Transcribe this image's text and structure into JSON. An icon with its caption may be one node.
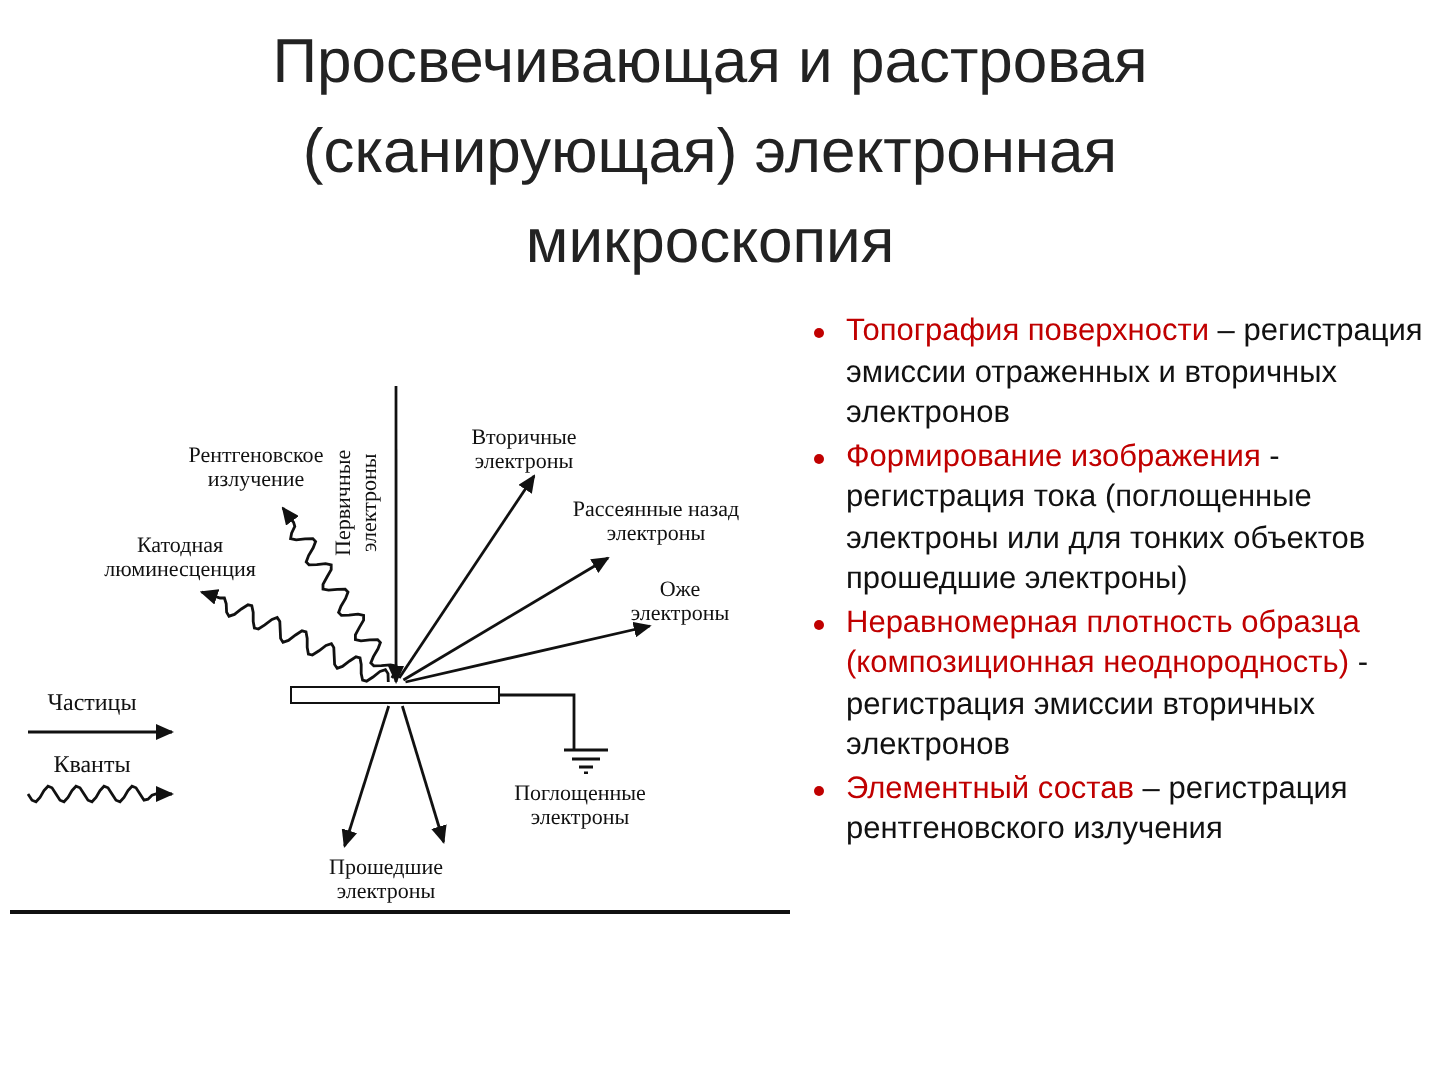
{
  "diagram": {
    "title": "Просвечивающая и растровая (сканирующая) электронная микроскопия",
    "nodes": [
      {
        "text": [],
        "shape": "bar"
      },
      {
        "text": [
          "Рентгеновское излучение"
        ]
      },
      {
        "text": [
          "Катодная люминесценция"
        ]
      },
      {
        "text": [
          "Вторичные электроны"
        ]
      },
      {
        "text": [
          "Рассеянные назад электроны"
        ]
      },
      {
        "text": [
          "Оже электроны"
        ]
      },
      {
        "text": [
          "Поглощенные электроны"
        ]
      },
      {
        "text": [
          "Прошедшие электроны"
        ]
      }
    ],
    "edges": [
      {
        "from": null,
        "to": 0,
        "arrow": "to",
        "label": "Первичные электроны"
      },
      {
        "from": 0,
        "to": 1,
        "arrow": "to"
      },
      {
        "from": 0,
        "to": 2,
        "arrow": "to"
      },
      {
        "from": 0,
        "to": 3,
        "arrow": "to"
      },
      {
        "from": 0,
        "to": 4,
        "arrow": "to"
      },
      {
        "from": 0,
        "to": 5,
        "arrow": "to"
      },
      {
        "from": 0,
        "to": 6,
        "arrow": "none"
      },
      {
        "from": 0,
        "to": 7,
        "arrow": "to"
      },
      {
        "from": 0,
        "to": 7,
        "arrow": "to"
      }
    ],
    "labels": [
      "Топография поверхности",
      "– регистрация эмиссии отраженных и вторичных электронов",
      "Формирование изображения",
      "- регистрация тока (поглощенные электроны или для тонких объектов прошедшие электроны)",
      "Неравномерная плотность образца (композиционная неоднородность)",
      "- регистрация эмиссии вторичных электронов",
      "Элементный состав",
      "– регистрация рентгеновского излучения"
    ],
    "legend": [
      {
        "text": "Частицы"
      },
      {
        "text": "Кванты"
      }
    ]
  }
}
